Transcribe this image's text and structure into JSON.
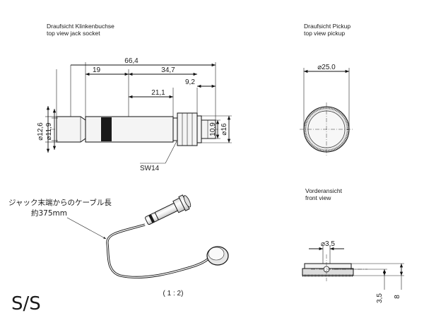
{
  "captions": {
    "jack_title_de": "Draufsicht Klinkenbuchse",
    "jack_title_en": "top view jack socket",
    "pickup_title_de": "Draufsicht Pickup",
    "pickup_title_en": "top view pickup",
    "front_title_de": "Vorderansicht",
    "front_title_en": "front view",
    "cable_note_jp": "ジャック末端からのケーブル長",
    "cable_length": "約375mm",
    "scale": "( 1 : 2)",
    "brand": "S/S"
  },
  "jack_dims": {
    "overall": "66,4",
    "d19": "19",
    "d34_7": "34,7",
    "d21_1": "21,1",
    "d9_2": "9,2",
    "dia12_6": "⌀12,6",
    "dia11_9": "⌀11,9",
    "d10_9": "10,9",
    "dia16": "⌀16",
    "sw": "SW14"
  },
  "pickup_dims": {
    "dia25": "⌀25.0"
  },
  "front_dims": {
    "dia3_5": "⌀3,5",
    "h3_5": "3,5",
    "h8": "8"
  }
}
